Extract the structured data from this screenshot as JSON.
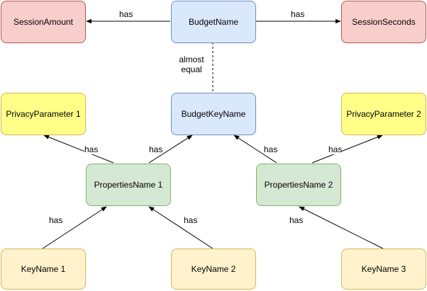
{
  "nodes": {
    "session_amount": {
      "label": "SessionAmount",
      "fill": "#f8cecc",
      "stroke": "#b85450"
    },
    "budget_name": {
      "label": "BudgetName",
      "fill": "#dae8fc",
      "stroke": "#6c8ebf"
    },
    "session_seconds": {
      "label": "SessionSeconds",
      "fill": "#f8cecc",
      "stroke": "#b85450"
    },
    "privacy_parameter_1": {
      "label": "PrivacyParameter 1",
      "fill": "#ffff88",
      "stroke": "#d6b656"
    },
    "budget_key_name": {
      "label": "BudgetKeyName",
      "fill": "#dae8fc",
      "stroke": "#6c8ebf"
    },
    "privacy_parameter_2": {
      "label": "PrivacyParameter 2",
      "fill": "#ffff88",
      "stroke": "#d6b656"
    },
    "properties_name_1": {
      "label": "PropertiesName 1",
      "fill": "#d5e8d4",
      "stroke": "#82b366"
    },
    "properties_name_2": {
      "label": "PropertiesName 2",
      "fill": "#d5e8d4",
      "stroke": "#82b366"
    },
    "key_name_1": {
      "label": "KeyName 1",
      "fill": "#fff2cc",
      "stroke": "#d6b656"
    },
    "key_name_2": {
      "label": "KeyName 2",
      "fill": "#fff2cc",
      "stroke": "#d6b656"
    },
    "key_name_3": {
      "label": "KeyName 3",
      "fill": "#fff2cc",
      "stroke": "#d6b656"
    }
  },
  "edges": {
    "budget_to_amount": "has",
    "budget_to_seconds": "has",
    "budget_almost_equal": "almost equal",
    "props1_to_privacy1": "has",
    "props1_to_budgetkey": "has",
    "props2_to_budgetkey": "has",
    "props2_to_privacy2": "has",
    "key1_to_props1": "has",
    "key2_to_props1": "has",
    "key3_to_props2": "has"
  }
}
